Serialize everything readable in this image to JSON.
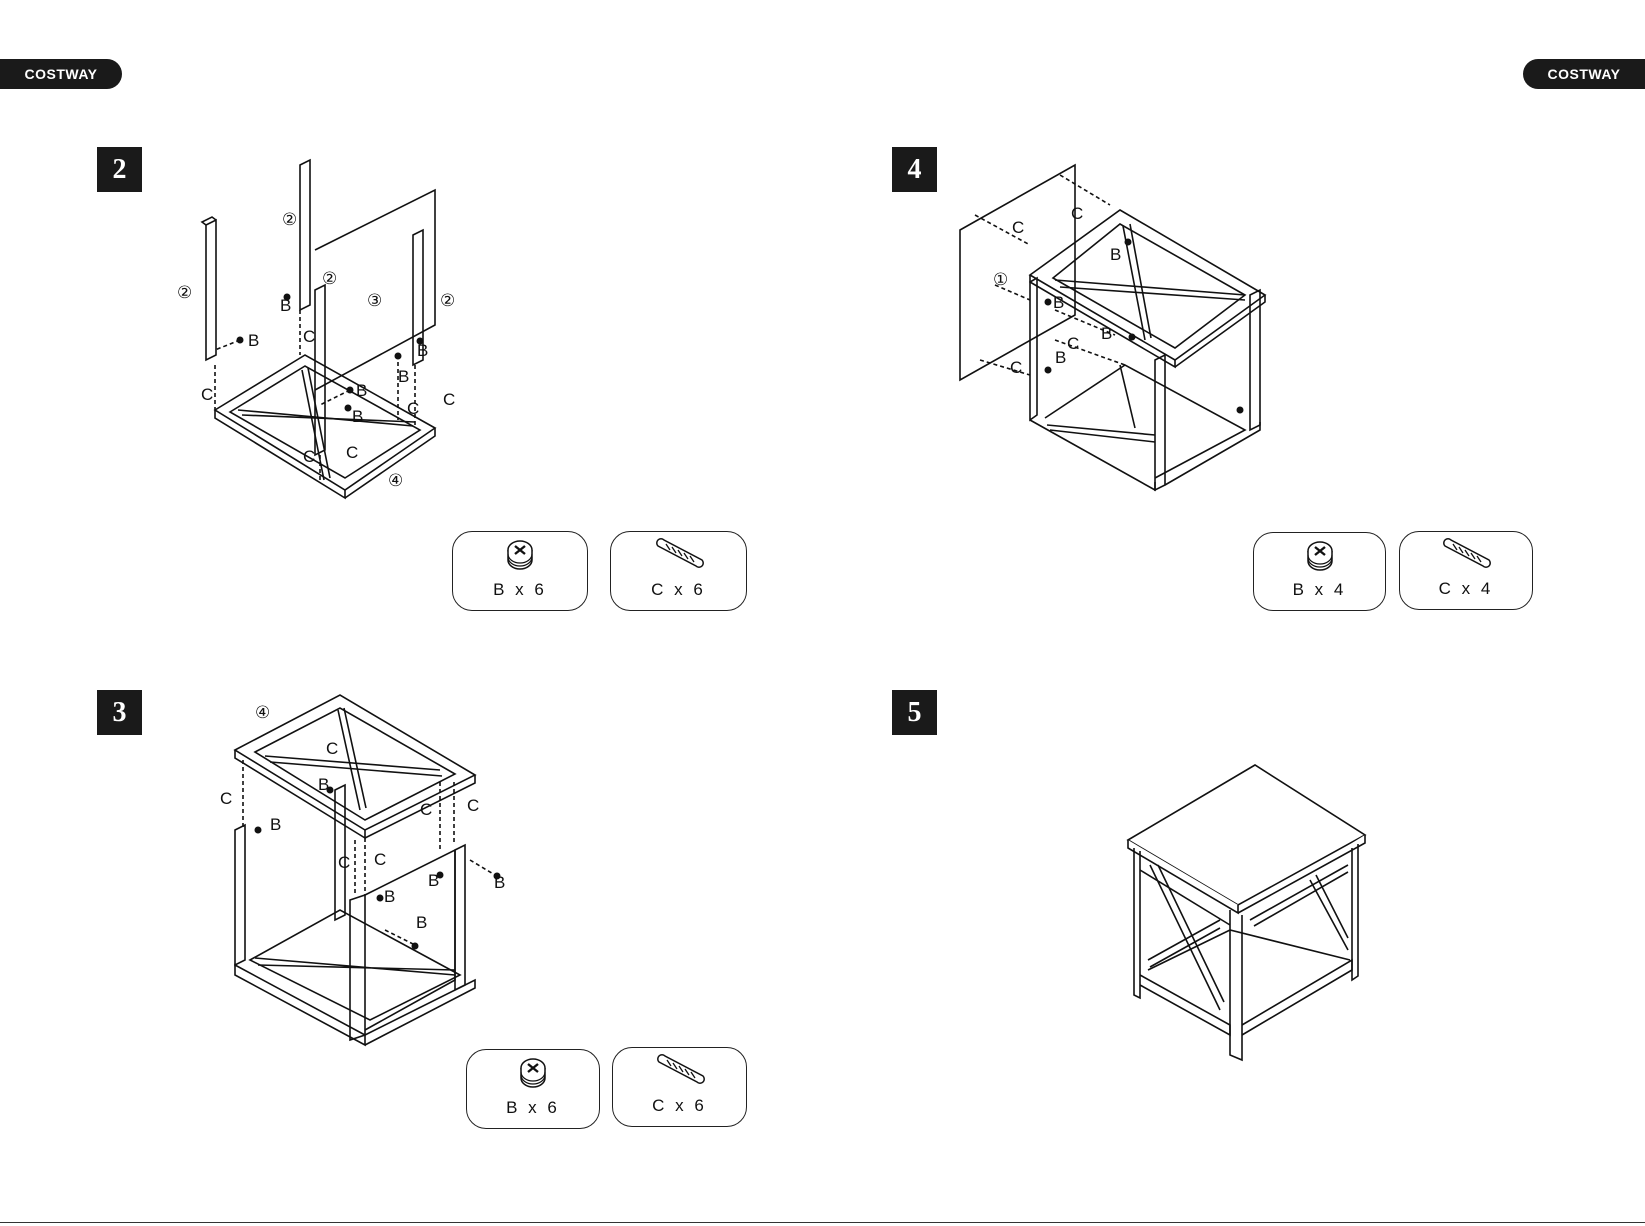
{
  "header": {
    "brand_left": "COSTWAY",
    "brand_right": "COSTWAY"
  },
  "steps": [
    {
      "number": "2",
      "labels": {
        "panel_1": "②",
        "panel_2": "②",
        "panel_3": "②",
        "panel_4": "②",
        "back_panel": "③",
        "base": "④",
        "b": "B",
        "c": "C"
      },
      "parts": [
        {
          "icon": "cam-lock-icon",
          "qty": "B x 6"
        },
        {
          "icon": "dowel-icon",
          "qty": "C x 6"
        }
      ]
    },
    {
      "number": "3",
      "labels": {
        "top": "④",
        "b": "B",
        "c": "C"
      },
      "parts": [
        {
          "icon": "cam-lock-icon",
          "qty": "B x 6"
        },
        {
          "icon": "dowel-icon",
          "qty": "C x 6"
        }
      ]
    },
    {
      "number": "4",
      "labels": {
        "side_panel": "①",
        "b": "B",
        "c": "C"
      },
      "parts": [
        {
          "icon": "cam-lock-icon",
          "qty": "B x 4"
        },
        {
          "icon": "dowel-icon",
          "qty": "C x 4"
        }
      ]
    },
    {
      "number": "5"
    }
  ],
  "colors": {
    "ink": "#111111",
    "badge": "#1a1a1a",
    "paper": "#ffffff"
  }
}
